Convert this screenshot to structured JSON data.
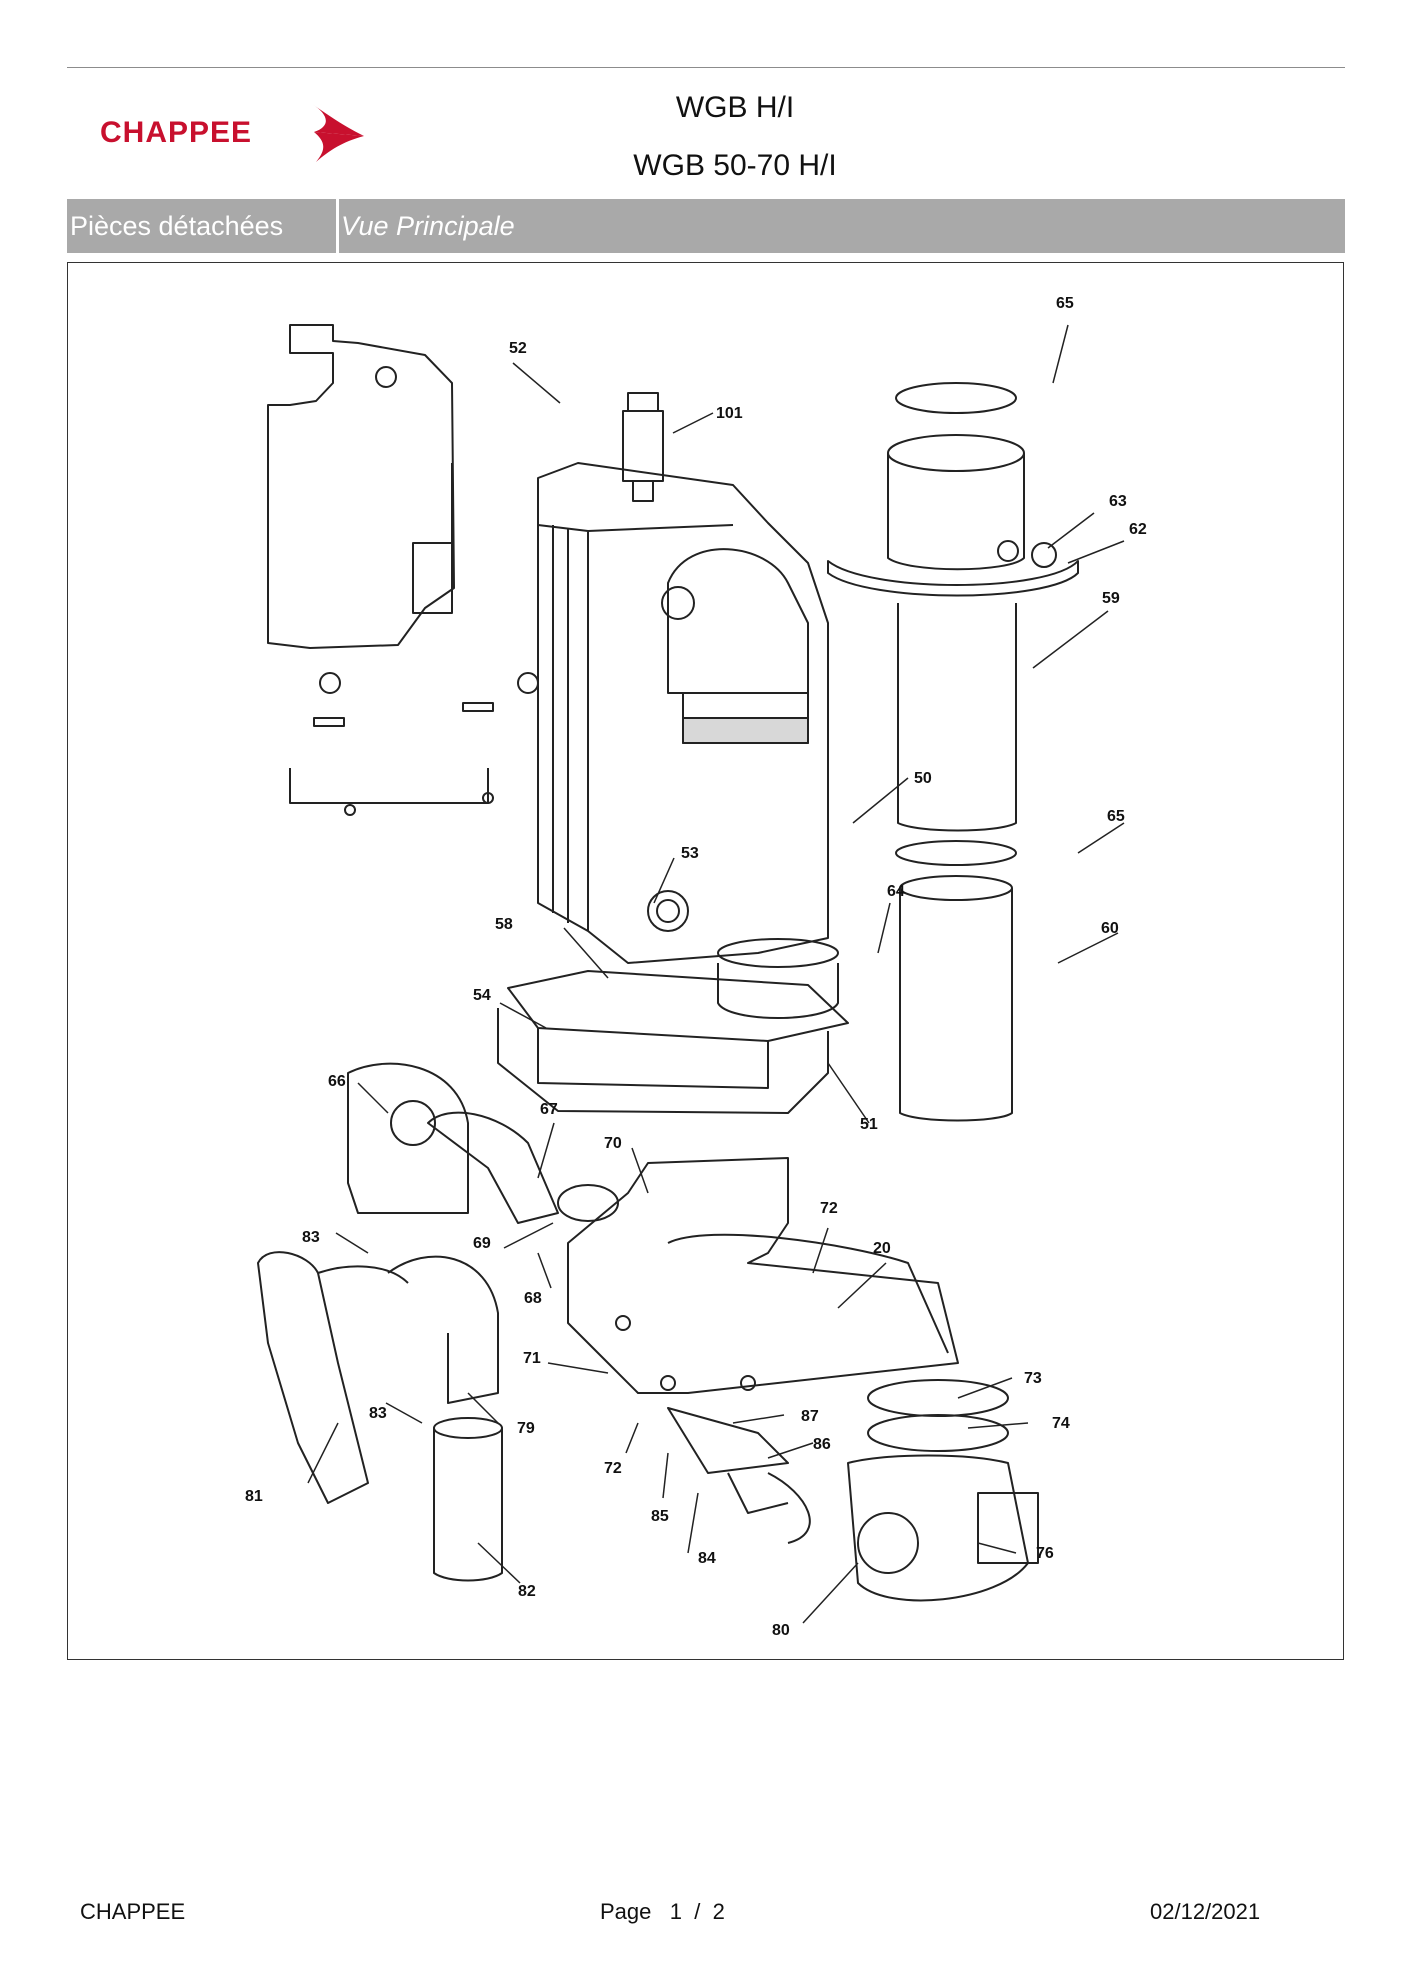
{
  "header": {
    "brand": "CHAPPEE",
    "title_line1": "WGB H/I",
    "title_line2": "WGB 50-70 H/I"
  },
  "section_bar": {
    "category": "Pièces détachées",
    "view": "Vue Principale"
  },
  "diagram": {
    "callouts": [
      "65",
      "52",
      "101",
      "63",
      "62",
      "59",
      "50",
      "65",
      "53",
      "64",
      "58",
      "60",
      "54",
      "66",
      "67",
      "51",
      "70",
      "72",
      "83",
      "69",
      "20",
      "68",
      "71",
      "73",
      "83",
      "79",
      "87",
      "74",
      "86",
      "72",
      "81",
      "85",
      "76",
      "84",
      "82",
      "80"
    ]
  },
  "footer": {
    "company": "CHAPPEE",
    "page_label": "Page",
    "page_current": "1",
    "page_sep": "/",
    "page_total": "2",
    "date": "02/12/2021"
  },
  "colors": {
    "brand_red": "#c8102e",
    "bar_gray": "#a9a9a9"
  }
}
